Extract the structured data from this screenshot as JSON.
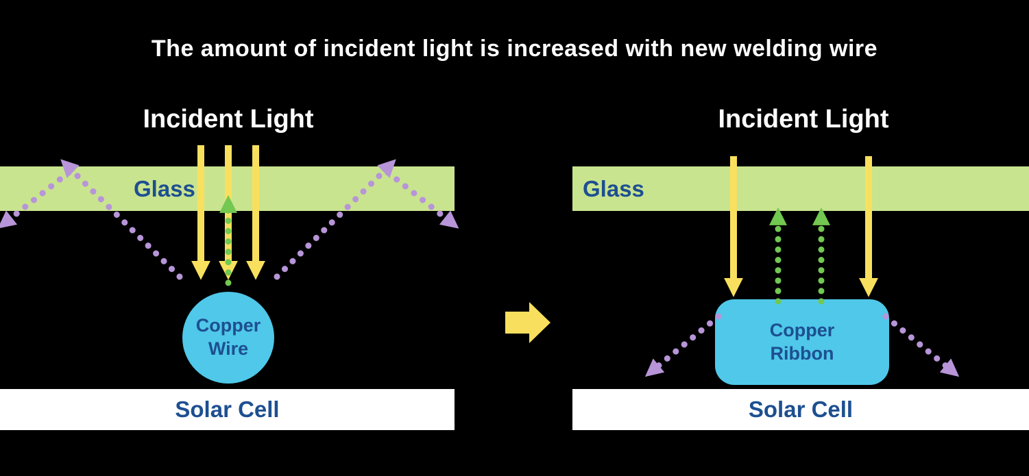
{
  "title": "The amount of incident light is increased with new welding wire",
  "colors": {
    "background": "#000000",
    "title-text": "#ffffff",
    "glass-green": "#c9e48f",
    "label-blue": "#1d4f91",
    "incident-yellow": "#f8e05e",
    "reflected-purple": "#b795d8",
    "absorbed-green": "#72c850",
    "copper-cyan": "#4fc8e9",
    "solar-white": "#ffffff"
  },
  "left_panel": {
    "incident_light_label": "Incident Light",
    "glass_label": "Glass",
    "copper_label_line1": "Copper",
    "copper_label_line2": "Wire",
    "solar_cell_label": "Solar Cell"
  },
  "right_panel": {
    "incident_light_label": "Incident Light",
    "glass_label": "Glass",
    "copper_label_line1": "Copper",
    "copper_label_line2": "Ribbon",
    "solar_cell_label": "Solar Cell"
  }
}
